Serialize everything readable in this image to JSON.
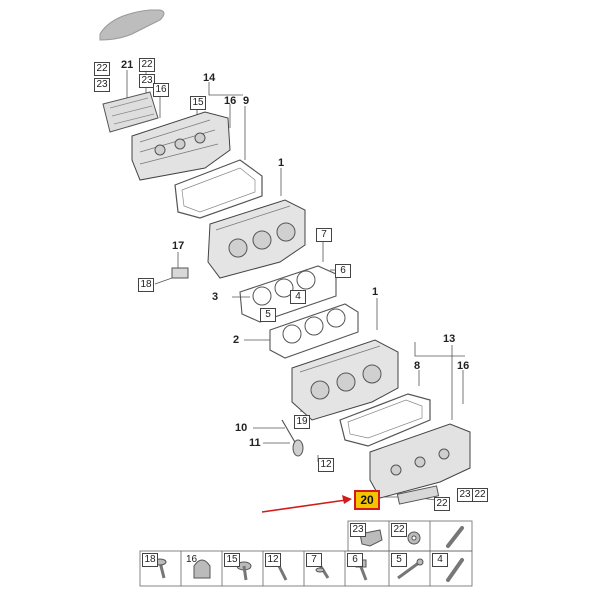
{
  "callouts": {
    "c21": "21",
    "c14": "14",
    "c16a": "16",
    "c9": "9",
    "c1a": "1",
    "c17": "17",
    "c3": "3",
    "c1b": "1",
    "c2": "2",
    "c13": "13",
    "c8": "8",
    "c16b": "16",
    "c10": "10",
    "c11": "11"
  },
  "boxes": {
    "b22a": "22",
    "b22b": "22",
    "b23a": "23",
    "b23b": "23",
    "b16": "16",
    "b15": "15",
    "b18": "18",
    "b7": "7",
    "b6": "6",
    "b4": "4",
    "b5": "5",
    "b19": "19",
    "b12": "12",
    "b22c": "22",
    "b23c": "23",
    "b22d": "22"
  },
  "highlight": {
    "label": "20",
    "color": "#f5c400",
    "border": "#d21a1a"
  },
  "arrow": {
    "color": "#d21a1a",
    "target": "20"
  },
  "parts_table": {
    "row1": [
      {
        "num": "23",
        "boxed": true,
        "icon": "bracket-icon"
      },
      {
        "num": "22",
        "boxed": true,
        "icon": "ring-nut-icon"
      },
      {
        "num": "",
        "boxed": false,
        "icon": "pin-icon"
      }
    ],
    "row2": [
      {
        "num": "18",
        "boxed": true,
        "icon": "flange-bolt-icon"
      },
      {
        "num": "16",
        "boxed": false,
        "icon": "cap-nut-icon"
      },
      {
        "num": "15",
        "boxed": true,
        "icon": "washer-bolt-icon"
      },
      {
        "num": "12",
        "boxed": true,
        "icon": "long-bolt-icon"
      },
      {
        "num": "7",
        "boxed": true,
        "icon": "stud-bolt-icon"
      },
      {
        "num": "6",
        "boxed": true,
        "icon": "hex-bolt-icon"
      },
      {
        "num": "5",
        "boxed": true,
        "icon": "screw-icon"
      },
      {
        "num": "4",
        "boxed": true,
        "icon": "dowel-icon"
      }
    ]
  }
}
